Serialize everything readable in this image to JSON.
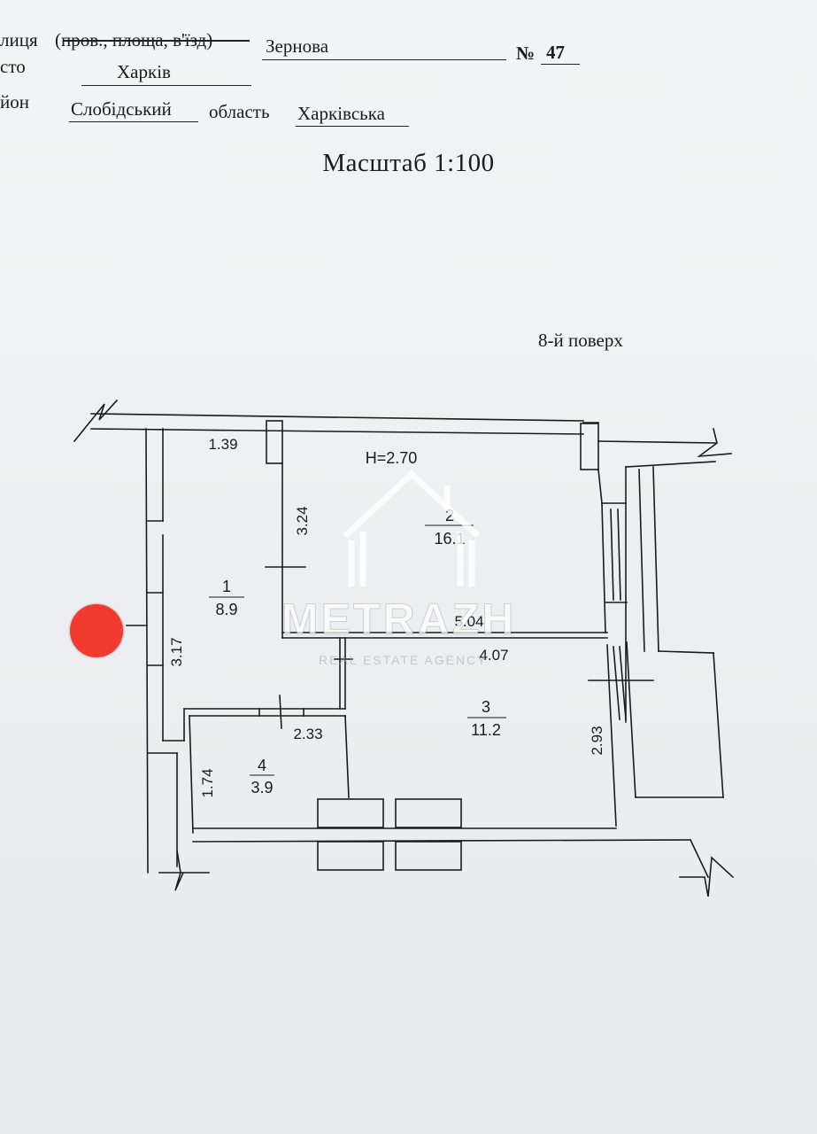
{
  "header": {
    "street_label": "лиця",
    "street_struck": "(пров., площа, в'їзд)",
    "street_value": "Зернова",
    "number_label": "№",
    "number_value": "47",
    "city_label": "сто",
    "city_value": "Харків",
    "district_label": "йон",
    "district_value": "Слобідський",
    "region_label": "область",
    "region_value": "Харківська"
  },
  "scale_text": "Масштаб 1:100",
  "floor_text": "8-й поверх",
  "plan": {
    "height_label": "H=2.70",
    "rooms": [
      {
        "number": "1",
        "area": "8.9"
      },
      {
        "number": "2",
        "area": "16.1"
      },
      {
        "number": "3",
        "area": "11.2"
      },
      {
        "number": "4",
        "area": "3.9"
      }
    ],
    "dimensions": {
      "d_1_39": "1.39",
      "d_3_24": "3.24",
      "d_3_17": "3.17",
      "d_5_04": "5.04",
      "d_4_07": "4.07",
      "d_2_33": "2.33",
      "d_1_74": "1.74",
      "d_2_93": "2.93"
    }
  },
  "watermark": {
    "name": "METRAZH",
    "subtitle": "REAL ESTATE AGENCY"
  },
  "colors": {
    "paper": "#eef0f3",
    "ink": "#1b1b1b",
    "marker": "#f23a2f"
  }
}
